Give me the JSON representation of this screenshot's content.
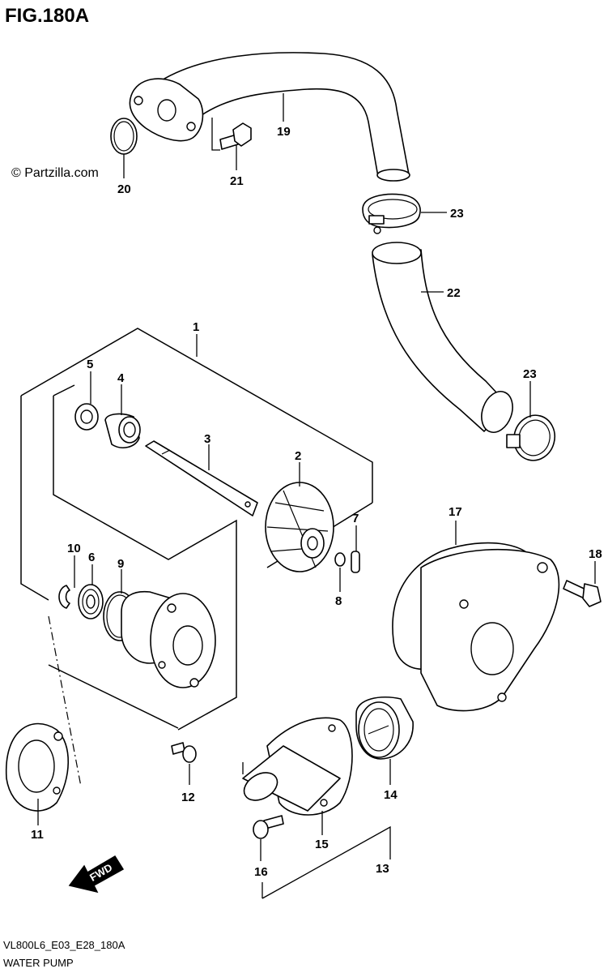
{
  "figure": {
    "title": "FIG.180A",
    "watermark": "© Partzilla.com",
    "code": "VL800L6_E03_E28_180A",
    "name": "WATER PUMP",
    "direction_label": "FWD"
  },
  "callouts": {
    "c1": "1",
    "c2": "2",
    "c3": "3",
    "c4": "4",
    "c5": "5",
    "c6": "6",
    "c7": "7",
    "c8": "8",
    "c9": "9",
    "c10": "10",
    "c11": "11",
    "c12": "12",
    "c13": "13",
    "c14": "14",
    "c15": "15",
    "c16": "16",
    "c17": "17",
    "c18": "18",
    "c19": "19",
    "c20": "20",
    "c21": "21",
    "c22": "22",
    "c23a": "23",
    "c23b": "23"
  }
}
